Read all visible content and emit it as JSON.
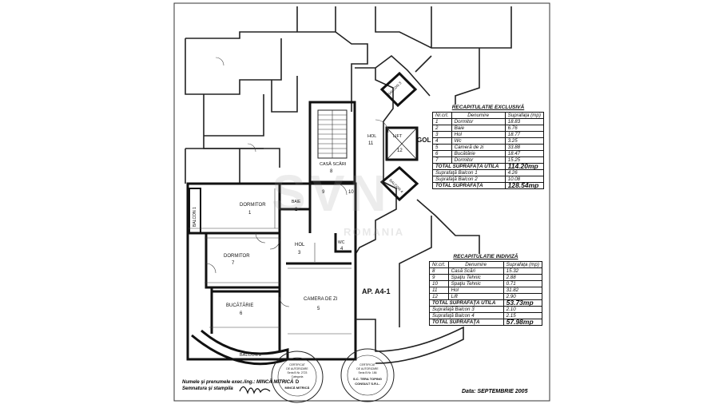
{
  "plan": {
    "apartment_label": "AP. A4-1",
    "gol_label": "GOL",
    "lift_label": "LIFT",
    "rooms": [
      {
        "name": "DORMITOR",
        "num": "1"
      },
      {
        "name": "BAIE",
        "num": "2"
      },
      {
        "name": "HOL",
        "num": "3"
      },
      {
        "name": "WC",
        "num": "4"
      },
      {
        "name": "CAMERA DE ZI",
        "num": "5"
      },
      {
        "name": "BUCĂTĂRIE",
        "num": "6"
      },
      {
        "name": "DORMITOR",
        "num": "7"
      },
      {
        "name": "CASĂ SCĂRI",
        "num": "8"
      },
      {
        "name": "HOL",
        "num": "11"
      }
    ],
    "balconies": [
      "BALCON 1",
      "BALCON 2",
      "BALCON 3",
      "BALCON 4"
    ],
    "small_nums": [
      "9",
      "10",
      "12"
    ]
  },
  "table_exclusive": {
    "title": "RECAPITULATIE EXCLUSIVĂ",
    "headers": [
      "Nr.crt.",
      "Denumire",
      "Suprafaţa (mp)"
    ],
    "rows": [
      [
        "1",
        "Dormitor",
        "18.83"
      ],
      [
        "2",
        "Baie",
        "6.76"
      ],
      [
        "3",
        "Hol",
        "18.77"
      ],
      [
        "4",
        "Wc",
        "3.25"
      ],
      [
        "5",
        "Cameră de zi",
        "33.88"
      ],
      [
        "6",
        "Bucătărie",
        "18.47"
      ],
      [
        "7",
        "Dormitor",
        "15.25"
      ]
    ],
    "total_util_label": "TOTAL SUPRAFAŢĂ UTILĂ",
    "total_util_value": "114.20mp",
    "balcony_rows": [
      [
        "Suprafaţă Balcon 1",
        "4.26"
      ],
      [
        "Suprafaţă Balcon 2",
        "10.08"
      ]
    ],
    "total_label": "TOTAL SUPRAFAŢĂ",
    "total_value": "128.54mp"
  },
  "table_indiviza": {
    "title": "RECAPITULATIE INDIVIZĂ",
    "headers": [
      "Nr.crt.",
      "Denumire",
      "Suprafaţa (mp)"
    ],
    "rows": [
      [
        "8",
        "Casă Scări",
        "15.32"
      ],
      [
        "9",
        "Spaţiu Tehnic",
        "2.88"
      ],
      [
        "10",
        "Spaţiu Tehnic",
        "0.71"
      ],
      [
        "11",
        "Hol",
        "31.82"
      ],
      [
        "12",
        "Lift",
        "2.90"
      ]
    ],
    "total_util_label": "TOTAL SUPRAFAŢĂ UTILĂ",
    "total_util_value": "53.73mp",
    "balcony_rows": [
      [
        "Suprafaţă Balcon 3",
        "2.10"
      ],
      [
        "Suprafaţă Balcon 4",
        "2.15"
      ]
    ],
    "total_label": "TOTAL SUPRAFAŢĂ",
    "total_value": "57.98mp"
  },
  "footer": {
    "name_line": "Numele şi prenumele exec./ing.: MINCĂ MITRICĂ",
    "signature_line": "Semnatura şi stampila",
    "stamp1_lines": [
      "CERTIFICAT",
      "DE AUTORIZARE",
      "Seria B Nr. 2723",
      "Categoria",
      "D",
      "MINCĂ MITRICĂ"
    ],
    "stamp2_lines": [
      "CERTIFICAT",
      "DE AUTORIZARE",
      "Seria B Nr. 186",
      "S.C. TERA TOPING",
      "CONSULT S.R.L."
    ],
    "date": "Data: SEPTEMBRIE 2005"
  }
}
